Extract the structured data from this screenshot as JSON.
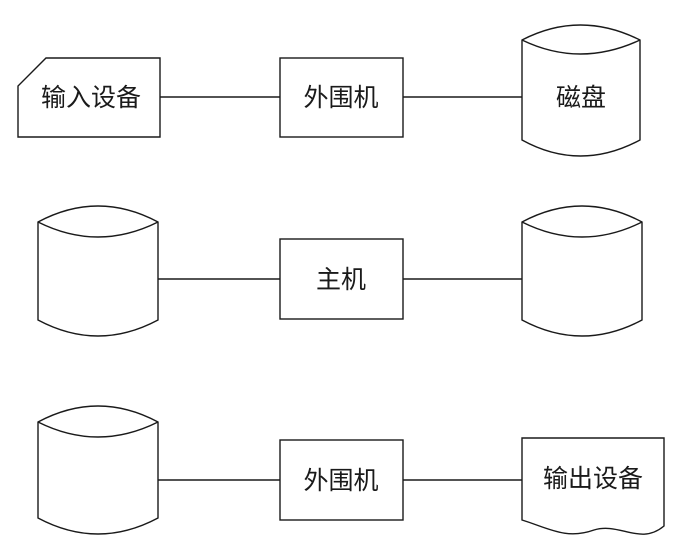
{
  "rows": [
    {
      "left": {
        "shape": "card",
        "label": "输入设备"
      },
      "mid": {
        "shape": "rect",
        "label": "外围机"
      },
      "right": {
        "shape": "cylinder",
        "label": "磁盘"
      }
    },
    {
      "left": {
        "shape": "cylinder",
        "label": ""
      },
      "mid": {
        "shape": "rect",
        "label": "主机"
      },
      "right": {
        "shape": "cylinder",
        "label": ""
      }
    },
    {
      "left": {
        "shape": "cylinder",
        "label": ""
      },
      "mid": {
        "shape": "rect",
        "label": "外围机"
      },
      "right": {
        "shape": "document",
        "label": "输出设备"
      }
    }
  ],
  "colors": {
    "stroke": "#1a1a1a",
    "fill": "#ffffff"
  }
}
